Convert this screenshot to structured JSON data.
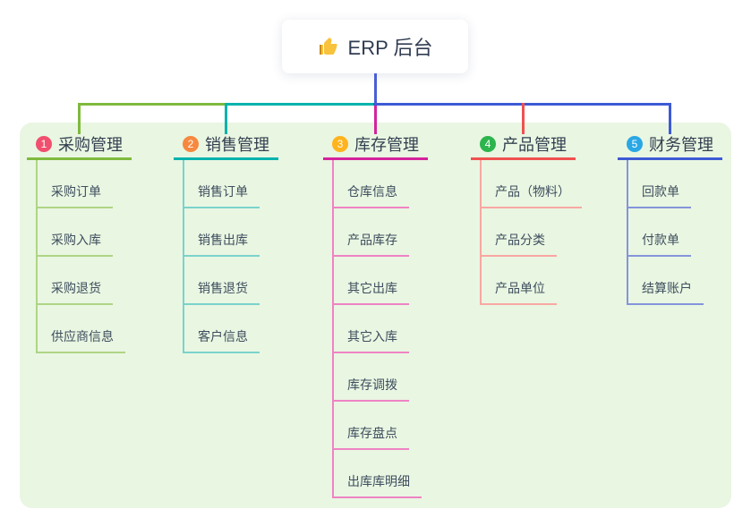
{
  "root": {
    "label": "ERP 后台",
    "icon": "thumbs-up-icon",
    "icon_color": "#f9c23c",
    "box_color": "#ffffff"
  },
  "panel": {
    "bg_color": "#e9f6e2"
  },
  "trunk_color": "#4a5fd6",
  "branches": [
    {
      "num": "1",
      "title": "采购管理",
      "badge_color": "#f0506e",
      "line_color": "#7fba3d",
      "sub_line_color": "#aed584",
      "items": [
        "采购订单",
        "采购入库",
        "采购退货",
        "供应商信息"
      ]
    },
    {
      "num": "2",
      "title": "销售管理",
      "badge_color": "#f6893f",
      "line_color": "#00b3ac",
      "sub_line_color": "#7ad3cc",
      "items": [
        "销售订单",
        "销售出库",
        "销售退货",
        "客户信息"
      ]
    },
    {
      "num": "3",
      "title": "库存管理",
      "badge_color": "#ffb31d",
      "line_color": "#d4239d",
      "sub_line_color": "#ef83c4",
      "items": [
        "仓库信息",
        "产品库存",
        "其它出库",
        "其它入库",
        "库存调拨",
        "库存盘点",
        "出库库明细"
      ]
    },
    {
      "num": "4",
      "title": "产品管理",
      "badge_color": "#2db44d",
      "line_color": "#f05150",
      "sub_line_color": "#f9a7a2",
      "items": [
        "产品（物料）",
        "产品分类",
        "产品单位"
      ]
    },
    {
      "num": "5",
      "title": "财务管理",
      "badge_color": "#2aa7e5",
      "line_color": "#3e5ad5",
      "sub_line_color": "#8494da",
      "items": [
        "回款单",
        "付款单",
        "结算账户"
      ]
    }
  ]
}
